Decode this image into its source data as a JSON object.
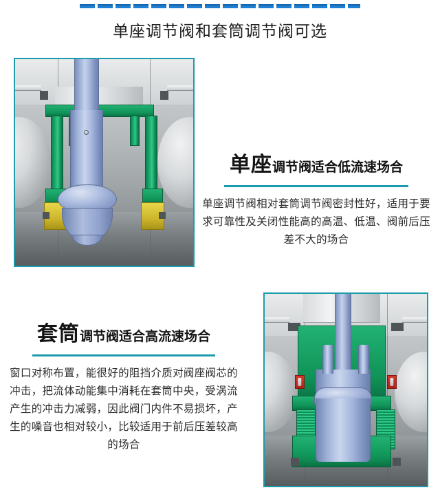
{
  "header": {
    "divider_color": "#1f7fd1",
    "title": "单座调节阀和套筒调节阀可选"
  },
  "accent_color": "#1b9bab",
  "sections": [
    {
      "figure_name": "single-seat-valve-cutaway",
      "heading_emphasis": "单座",
      "heading_rest": "调节阀适合低流速场合",
      "body": "单座调节阀相对套筒调节阀密封性好，适用于要求可靠性及关闭性能高的高温、低温、阀前后压差不大的场合"
    },
    {
      "figure_name": "sleeve-cage-valve-cutaway",
      "heading_emphasis": "套筒",
      "heading_rest": "调节阀适合高流速场合",
      "body": "窗口对称布置，能很好的阻挡介质对阀座阀芯的冲击，把流体动能集中消耗在套筒中央，受涡流产生的冲击力减弱，因此阀门内件不易损坏，产生的噪音也相对较小，比较适用于前后压差较高的场合"
    }
  ]
}
